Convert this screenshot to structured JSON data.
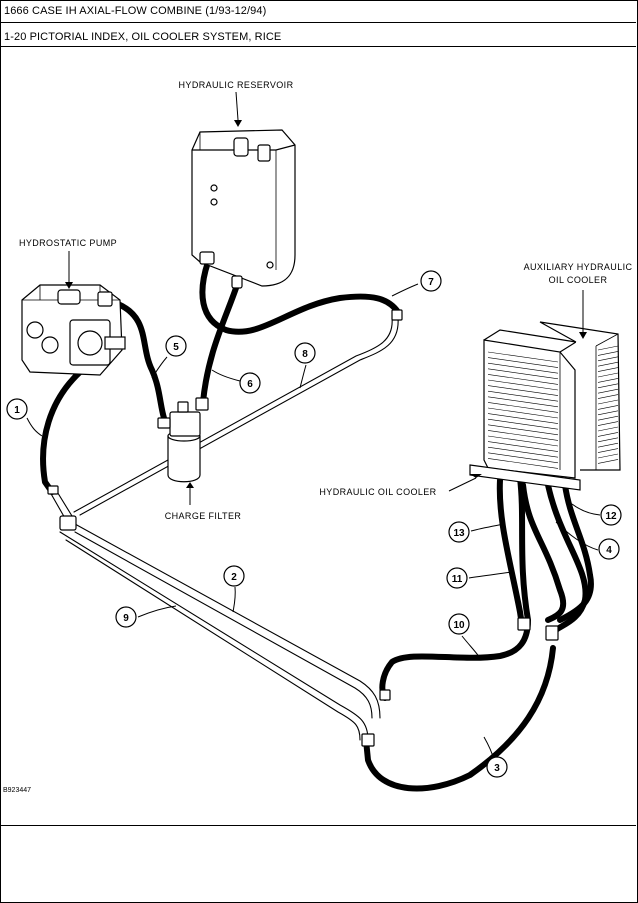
{
  "header": {
    "line1": "1666 CASE IH AXIAL-FLOW COMBINE (1/93-12/94)",
    "line2": "1-20 PICTORIAL INDEX, OIL COOLER SYSTEM, RICE"
  },
  "labels": {
    "reservoir": "HYDRAULIC RESERVOIR",
    "pump": "HYDROSTATIC PUMP",
    "aux_line1": "AUXILIARY HYDRAULIC",
    "aux_line2": "OIL COOLER",
    "charge_filter": "CHARGE FILTER",
    "oil_cooler": "HYDRAULIC OIL COOLER"
  },
  "callouts": [
    "1",
    "2",
    "3",
    "4",
    "5",
    "6",
    "7",
    "8",
    "9",
    "10",
    "11",
    "12",
    "13"
  ],
  "figure_code": "B923447"
}
